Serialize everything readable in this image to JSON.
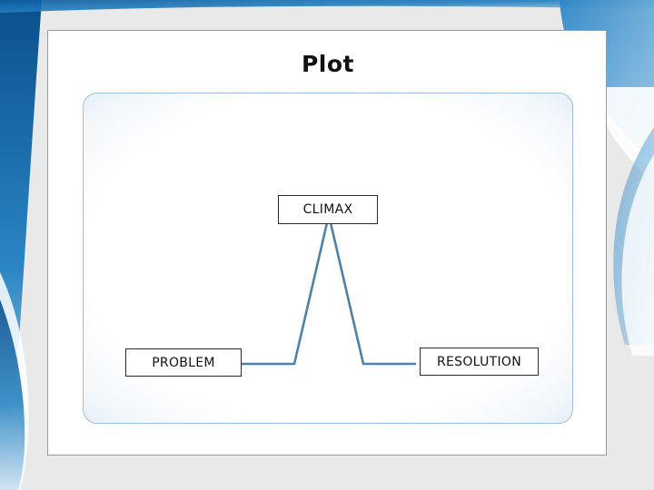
{
  "slide": {
    "title": "Plot",
    "background_color": "#e9e9e9",
    "card_background": "#ffffff"
  },
  "diagram": {
    "panel_accent_color": "#9fc0dc",
    "line_color": "#4f81a8",
    "nodes": [
      {
        "id": "problem",
        "label": "PROBLEM"
      },
      {
        "id": "climax",
        "label": "CLIMAX"
      },
      {
        "id": "resolution",
        "label": "RESOLUTION"
      }
    ]
  },
  "chart_data": {
    "type": "line",
    "title": "Plot",
    "xlabel": "",
    "ylabel": "",
    "x": [
      0,
      1,
      2,
      3,
      4
    ],
    "values": [
      0,
      0,
      1,
      0,
      0
    ],
    "categories": [
      "",
      "PROBLEM",
      "CLIMAX",
      "RESOLUTION",
      ""
    ],
    "annotations": [
      "PROBLEM",
      "CLIMAX",
      "RESOLUTION"
    ],
    "grid": false,
    "legend": "none"
  }
}
